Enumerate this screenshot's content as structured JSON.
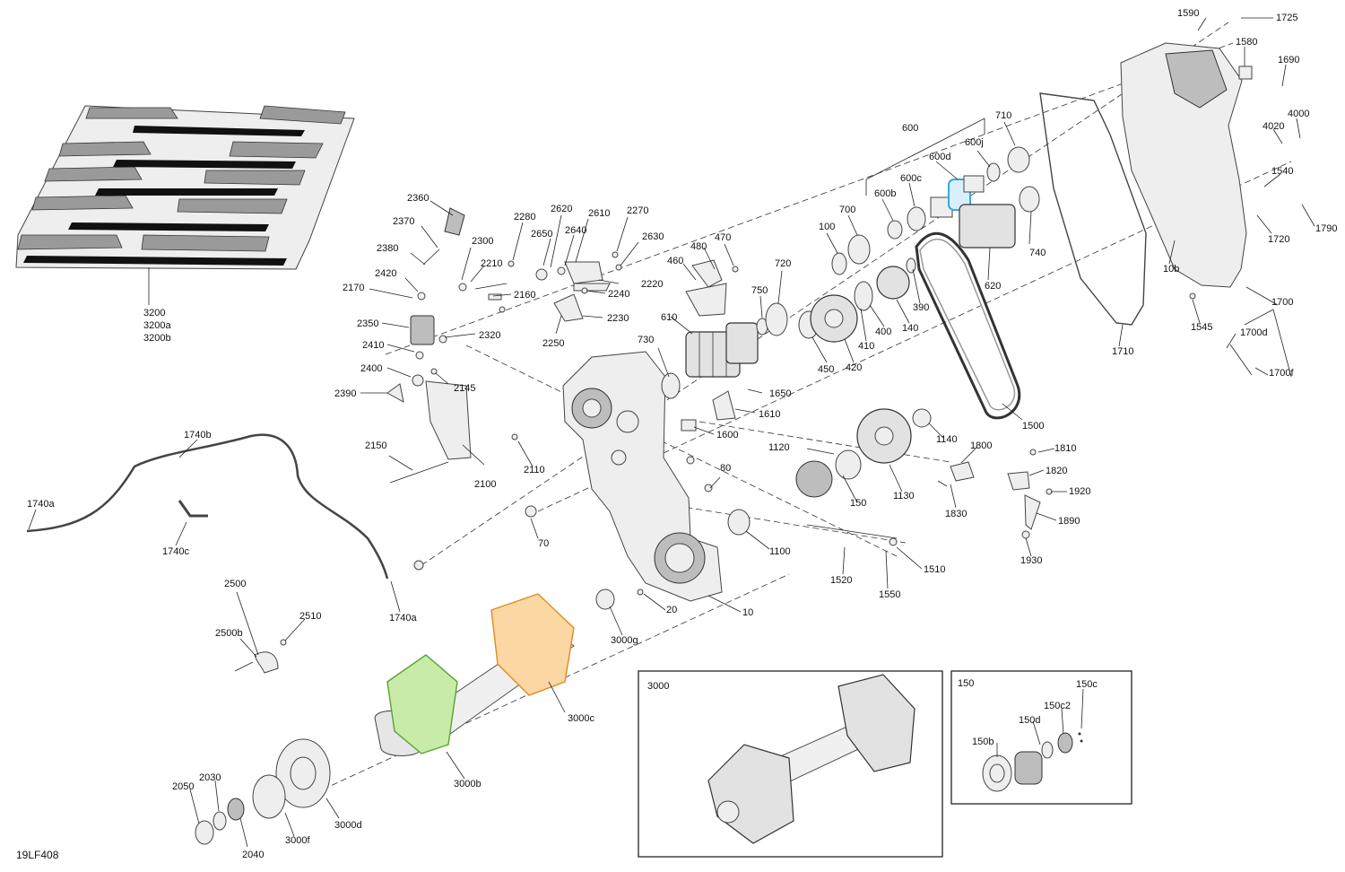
{
  "figure_code": "19LF408",
  "inset_boxes": {
    "detail_3000": "3000",
    "detail_150": "150"
  },
  "colors": {
    "highlight_blue": "#38a8e0",
    "highlight_green": "#7fcf4a",
    "highlight_orange": "#f4a53c",
    "line": "#222222"
  },
  "callouts": {
    "c3200": "3200",
    "c3200a": "3200a",
    "c3200b": "3200b",
    "c2360": "2360",
    "c2370": "2370",
    "c2380": "2380",
    "c2420": "2420",
    "c2170": "2170",
    "c2350": "2350",
    "c2410": "2410",
    "c2400": "2400",
    "c2390": "2390",
    "c2145": "2145",
    "c2320": "2320",
    "c2300": "2300",
    "c2210": "2210",
    "c2160": "2160",
    "c2280": "2280",
    "c2620": "2620",
    "c2650": "2650",
    "c2640": "2640",
    "c2610": "2610",
    "c2270": "2270",
    "c2630": "2630",
    "c2220": "2220",
    "c2240": "2240",
    "c2230": "2230",
    "c2250": "2250",
    "c2150": "2150",
    "c2100": "2100",
    "c2110": "2110",
    "c480": "480",
    "c470": "470",
    "c460": "460",
    "c610": "610",
    "c730": "730",
    "c750": "750",
    "c720": "720",
    "c100": "100",
    "c700": "700",
    "c600b": "600b",
    "c600c": "600c",
    "c600": "600",
    "c600d": "600d",
    "c600j": "600j",
    "c710": "710",
    "c740": "740",
    "c620": "620",
    "c390": "390",
    "c140": "140",
    "c400": "400",
    "c410": "410",
    "c420": "420",
    "c450": "450",
    "c1590": "1590",
    "c1725": "1725",
    "c1580": "1580",
    "c1690": "1690",
    "c4000": "4000",
    "c4020": "4020",
    "c1540": "1540",
    "c1720": "1720",
    "c1790": "1790",
    "c10b": "10b",
    "c1545": "1545",
    "c1700": "1700",
    "c1700d": "1700d",
    "c1700f": "1700f",
    "c1710": "1710",
    "c1500": "1500",
    "c1650": "1650",
    "c1610": "1610",
    "c1600": "1600",
    "c80": "80",
    "c70": "70",
    "c1120": "1120",
    "c150": "150",
    "c1130": "1130",
    "c1140": "1140",
    "c1800": "1800",
    "c1810": "1810",
    "c1820": "1820",
    "c1920": "1920",
    "c1830": "1830",
    "c1890": "1890",
    "c1930": "1930",
    "c1100": "1100",
    "c1520": "1520",
    "c1510": "1510",
    "c1550": "1550",
    "c10": "10",
    "c20": "20",
    "c3000g": "3000g",
    "c1740b": "1740b",
    "c1740a_left": "1740a",
    "c1740c": "1740c",
    "c1740a_bottom": "1740a",
    "c2500": "2500",
    "c2500b": "2500b",
    "c2510": "2510",
    "c3000c": "3000c",
    "c3000b": "3000b",
    "c3000d": "3000d",
    "c3000f": "3000f",
    "c2050": "2050",
    "c2030": "2030",
    "c2040": "2040",
    "c150b": "150b",
    "c150d": "150d",
    "c150c2": "150c2",
    "c150c": "150c"
  }
}
